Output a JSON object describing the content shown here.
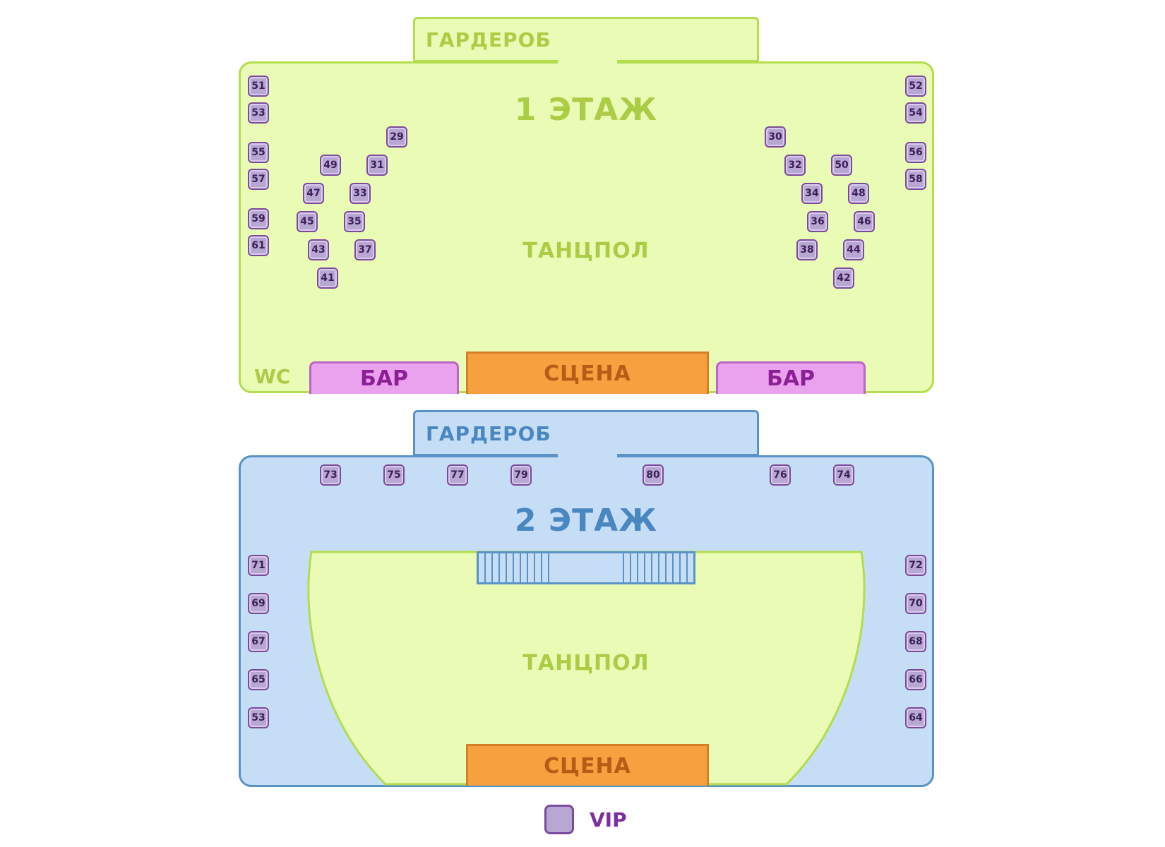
{
  "colors": {
    "floor1_fill": "#eafbb6",
    "floor1_border": "#b3dc4e",
    "floor2_fill": "#c6def5",
    "floor2_border": "#5a92c6",
    "bar_fill": "#eba2ee",
    "stage_fill": "#f7a03f",
    "vip_fill": "#b8a7d2"
  },
  "floor1": {
    "wardrobe": "ГАРДЕРОБ",
    "title": "1 ЭТАЖ",
    "dance": "ТАНЦПОЛ",
    "wc": "WC",
    "bar_left": "БАР",
    "stage": "СЦЕНА",
    "bar_right": "БАР",
    "tables": {
      "t51": "51",
      "t53": "53",
      "t55": "55",
      "t57": "57",
      "t59": "59",
      "t61": "61",
      "t52": "52",
      "t54": "54",
      "t56": "56",
      "t58": "58",
      "t29": "29",
      "t49": "49",
      "t31": "31",
      "t47": "47",
      "t33": "33",
      "t45": "45",
      "t35": "35",
      "t43": "43",
      "t37": "37",
      "t41": "41",
      "t30": "30",
      "t32": "32",
      "t50": "50",
      "t34": "34",
      "t48": "48",
      "t36": "36",
      "t46": "46",
      "t38": "38",
      "t44": "44",
      "t42": "42"
    }
  },
  "floor2": {
    "wardrobe": "ГАРДЕРОБ",
    "title": "2 ЭТАЖ",
    "dance": "ТАНЦПОЛ",
    "stage": "СЦЕНА",
    "tables": {
      "t73": "73",
      "t75": "75",
      "t77": "77",
      "t79": "79",
      "t80": "80",
      "t76": "76",
      "t74": "74",
      "t71": "71",
      "t69": "69",
      "t67": "67",
      "t65": "65",
      "t53": "53",
      "t72": "72",
      "t70": "70",
      "t68": "68",
      "t66": "66",
      "t64": "64"
    }
  },
  "legend": {
    "label": "VIP"
  }
}
